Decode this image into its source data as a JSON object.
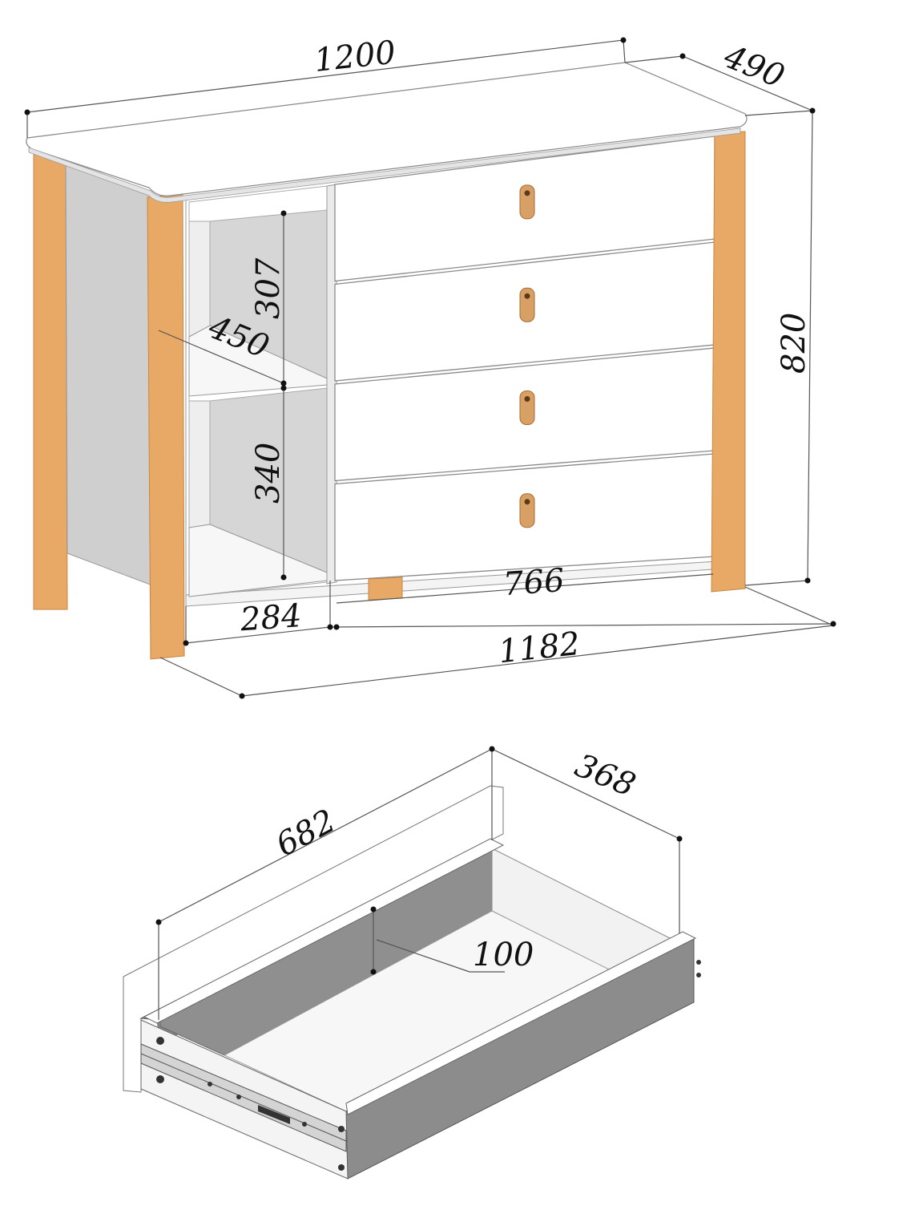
{
  "dresser": {
    "dimensions": {
      "total_width": "1200",
      "depth": "490",
      "height": "820",
      "shelf_upper_height": "307",
      "shelf_depth": "450",
      "shelf_lower_height": "340",
      "shelf_width": "284",
      "drawer_section_width": "766",
      "inner_width": "1182"
    },
    "drawer_count": 4
  },
  "drawer": {
    "dimensions": {
      "length": "682",
      "width": "368",
      "height": "100"
    }
  },
  "colors": {
    "white_panel": "#ffffff",
    "gray_panel": "#d6d6d6",
    "dark_gray_panel": "#8c8c8c",
    "wood": "#e8a866",
    "wood_dark": "#c98640",
    "handle": "#d9a066",
    "line": "#555555"
  }
}
